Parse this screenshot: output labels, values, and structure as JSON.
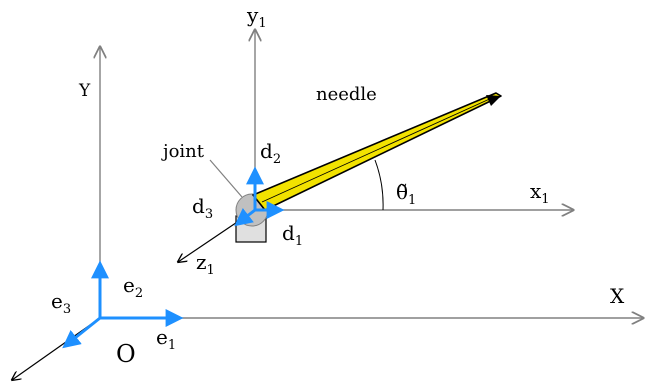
{
  "labels": {
    "Y": "Y",
    "X": "X",
    "O": "O",
    "y1": "y",
    "y1_sub": "1",
    "x1": "x",
    "x1_sub": "1",
    "z1": "z",
    "z1_sub": "1",
    "needle": "needle",
    "joint": "joint",
    "theta": "θ̃",
    "theta_sub": "1",
    "d1": "d",
    "d1_sub": "1",
    "d2": "d",
    "d2_sub": "2",
    "d3": "d",
    "d3_sub": "3",
    "e1": "e",
    "e1_sub": "1",
    "e2": "e",
    "e2_sub": "2",
    "e3": "e",
    "e3_sub": "3"
  },
  "colors": {
    "axis": "#808080",
    "basis_vector": "#1e90ff",
    "needle_fill": "#f2e200",
    "needle_outline": "#000000",
    "joint": "#c0c0c0"
  }
}
